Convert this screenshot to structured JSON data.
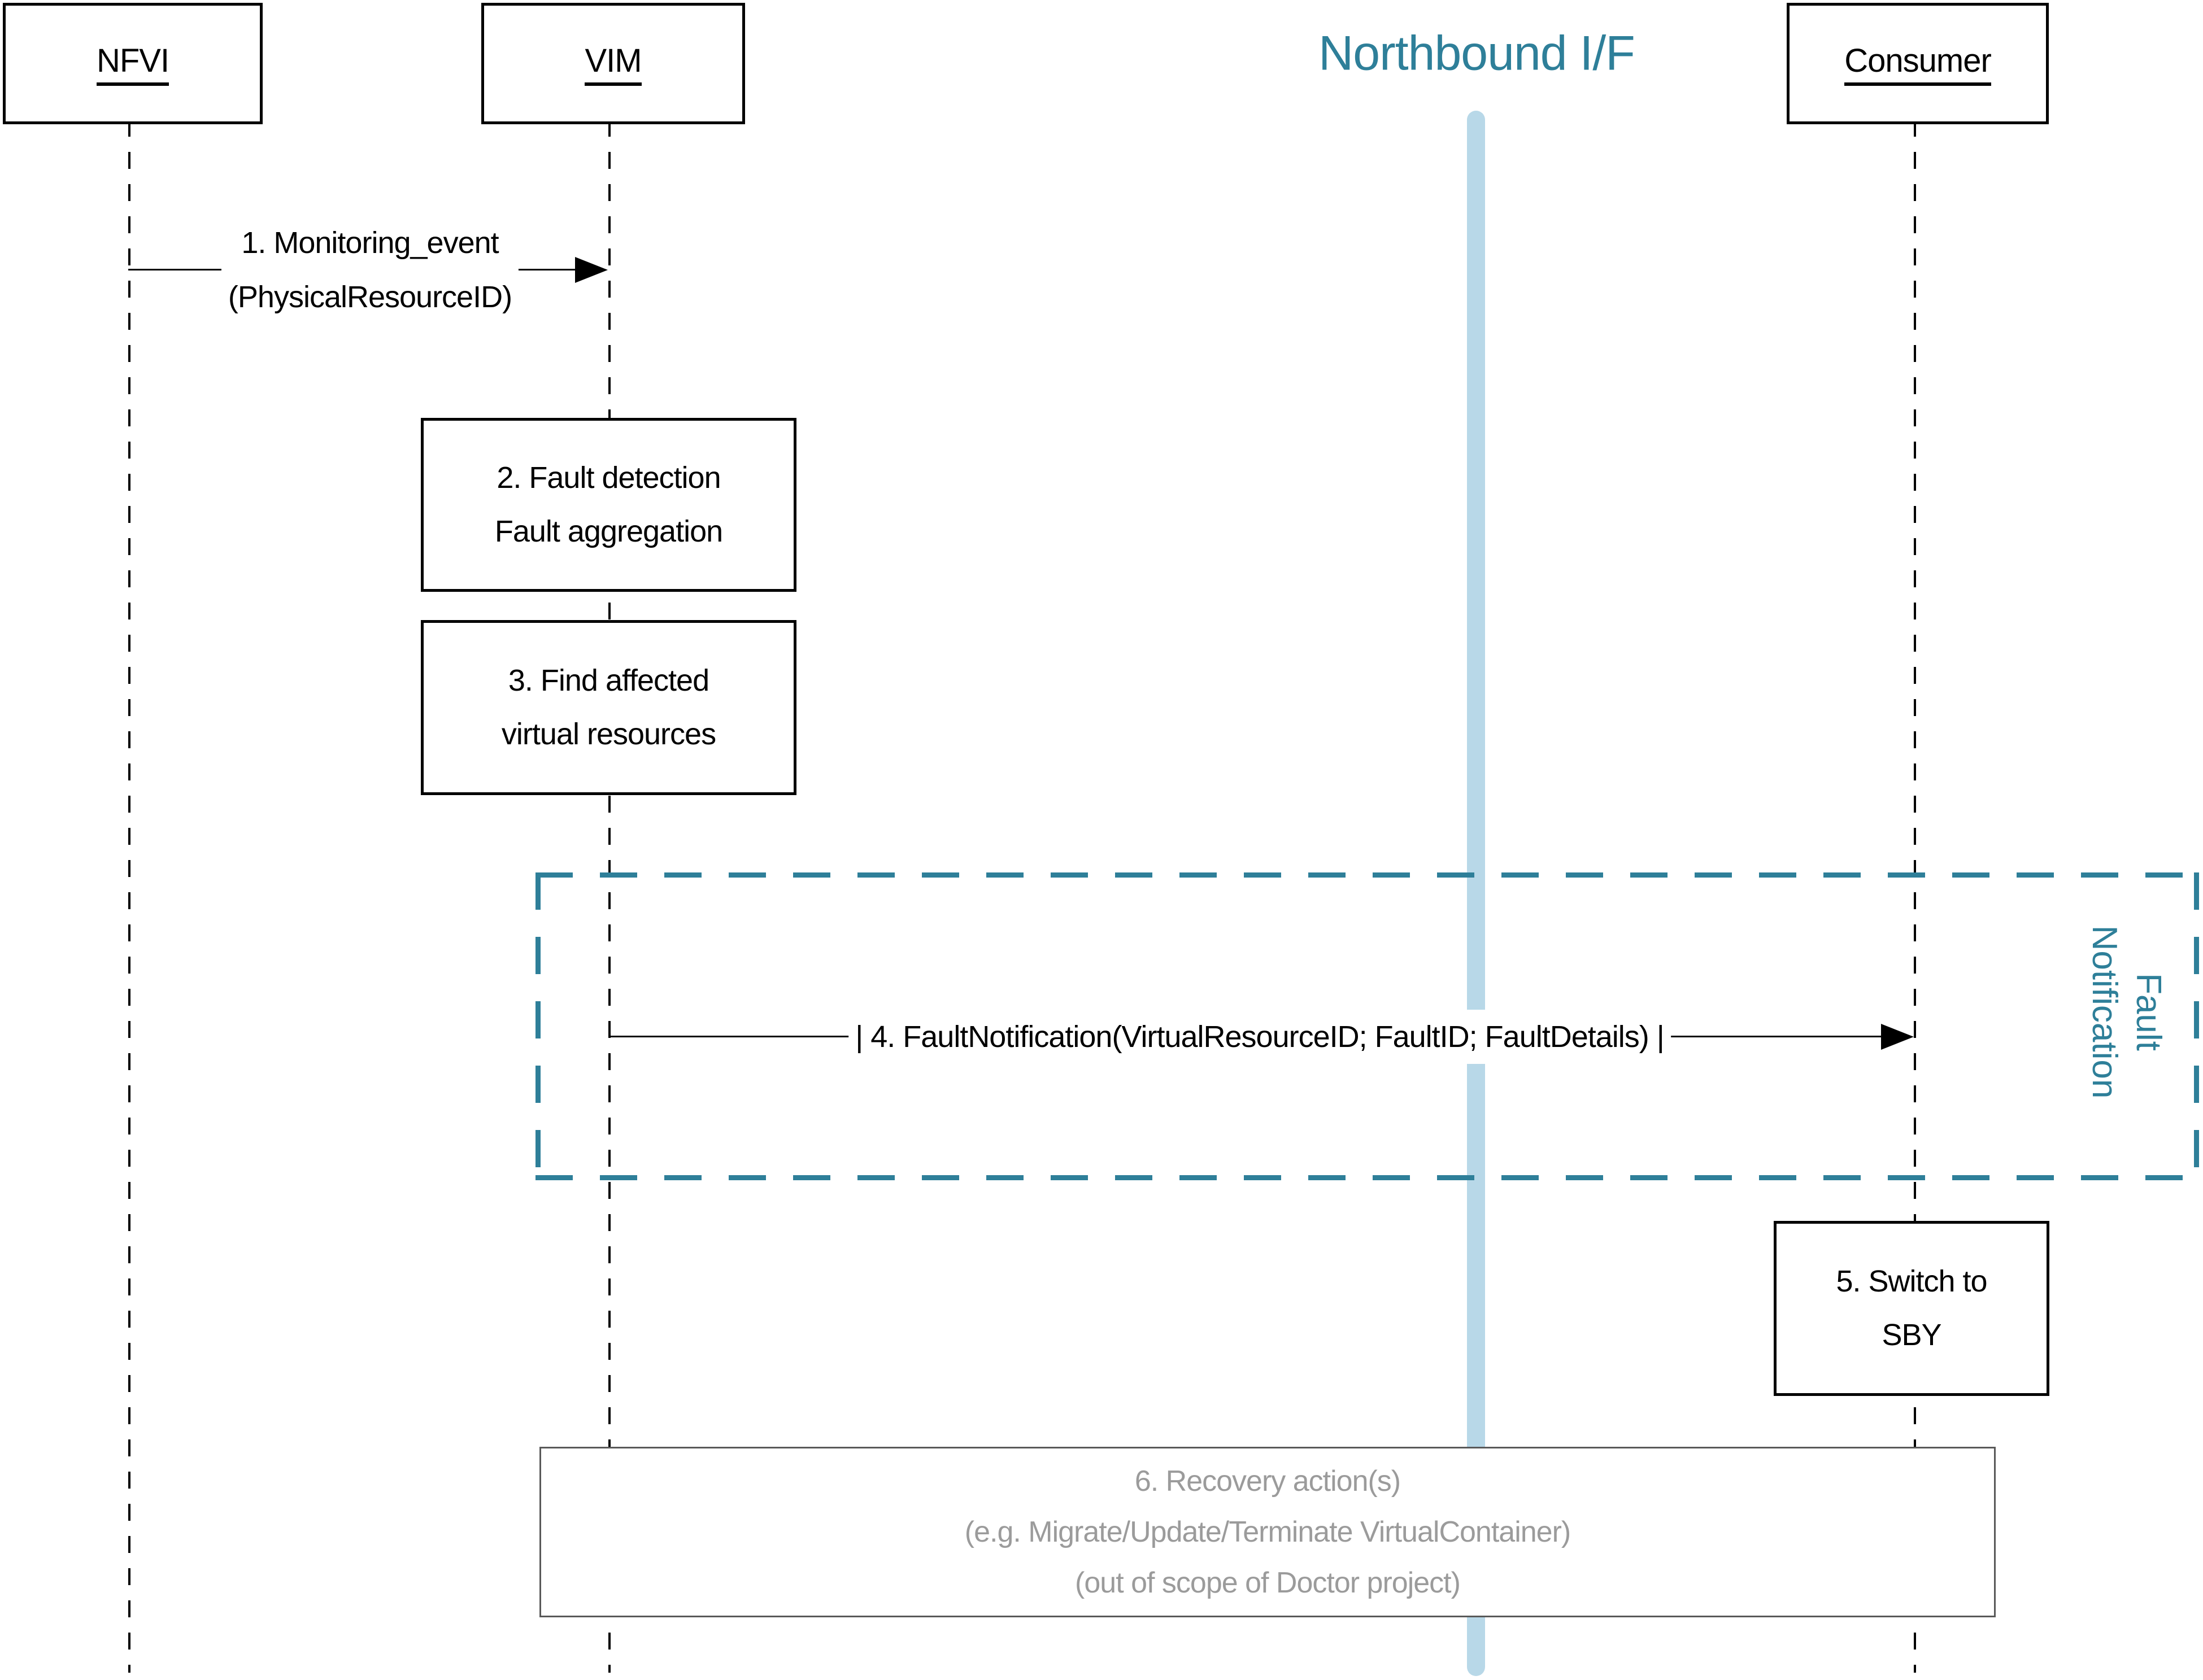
{
  "diagram": {
    "actors": [
      {
        "id": "nfvi",
        "label": "NFVI"
      },
      {
        "id": "vim",
        "label": "VIM"
      },
      {
        "id": "consumer",
        "label": "Consumer"
      }
    ],
    "northbound": {
      "title": "Northbound I/F"
    },
    "messages": {
      "msg1": {
        "line1": "1. Monitoring_event",
        "line2": "(PhysicalResourceID)"
      },
      "msg4": {
        "label": "| 4. FaultNotification(VirtualResourceID; FaultID; FaultDetails) |"
      }
    },
    "steps": {
      "step2": {
        "line1": "2. Fault detection",
        "line2": "Fault aggregation"
      },
      "step3": {
        "line1": "3. Find affected",
        "line2": "virtual resources"
      },
      "step5": {
        "line1": "5. Switch to",
        "line2": "SBY"
      },
      "step6": {
        "line1": "6. Recovery action(s)",
        "line2": "(e.g. Migrate/Update/Terminate VirtualContainer)",
        "line3": "(out of scope of Doctor project)"
      }
    },
    "group": {
      "line1": "Fault",
      "line2": "Notification"
    },
    "colors": {
      "teal": "#2E7F99",
      "light_blue_bar": "#B8D8E8",
      "gray_text": "#9B9B9B",
      "gray_border": "#595959",
      "line_black": "#000000"
    }
  }
}
